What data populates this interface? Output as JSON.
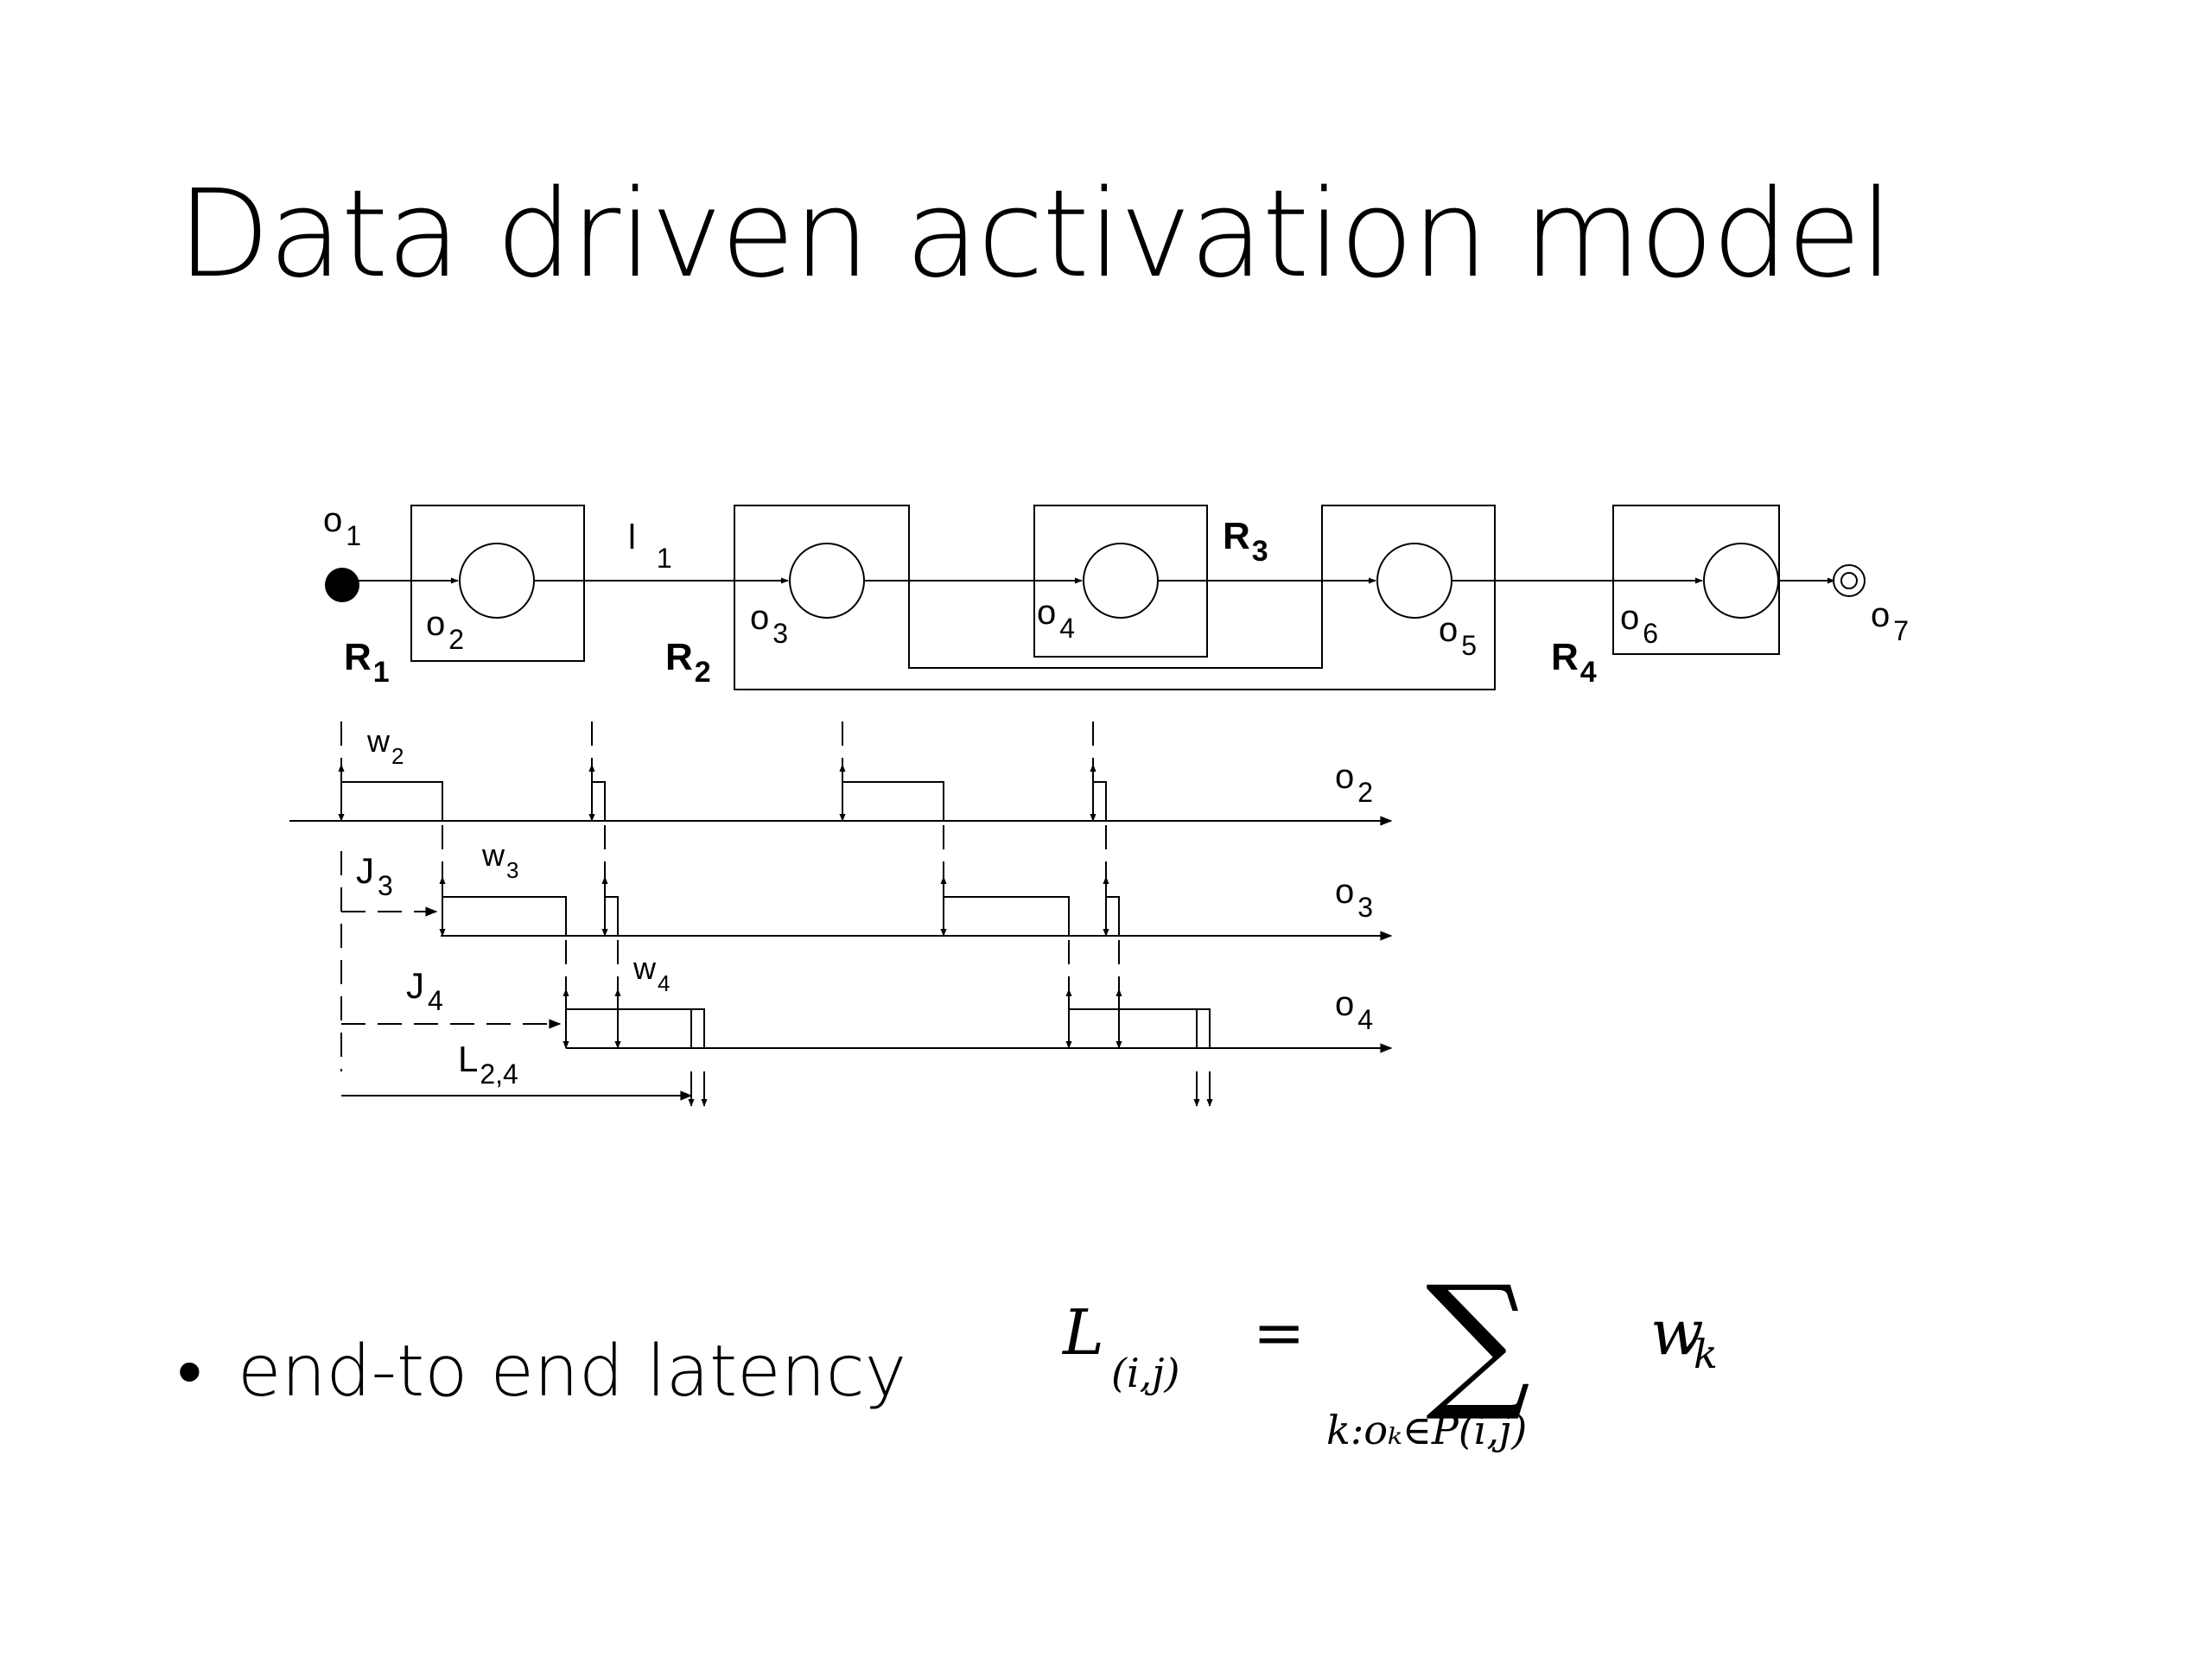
{
  "title": "Data driven activation model",
  "diagram": {
    "objects": {
      "o1": "o",
      "o1_sub": "1",
      "o2": "o",
      "o2_sub": "2",
      "o3": "o",
      "o3_sub": "3",
      "o4": "o",
      "o4_sub": "4",
      "o5": "o",
      "o5_sub": "5",
      "o6": "o",
      "o6_sub": "6",
      "o7": "o",
      "o7_sub": "7"
    },
    "resources": {
      "r1": "R",
      "r1_sub": "1",
      "r2": "R",
      "r2_sub": "2",
      "r3": "R",
      "r3_sub": "3",
      "r4": "R",
      "r4_sub": "4"
    },
    "link": {
      "label": "l",
      "sub": "1"
    },
    "timeline": {
      "w2": "w",
      "w2_sub": "2",
      "w3": "w",
      "w3_sub": "3",
      "w4": "w",
      "w4_sub": "4",
      "j3": "J",
      "j3_sub": "3",
      "j4": "J",
      "j4_sub": "4",
      "l24": "L",
      "l24_sub": "2,4",
      "row_o2": "o",
      "row_o2_sub": "2",
      "row_o3": "o",
      "row_o3_sub": "3",
      "row_o4": "o",
      "row_o4_sub": "4"
    }
  },
  "bullet": {
    "symbol": "•",
    "text": "end-to end latency"
  },
  "formula": {
    "lhs": "L",
    "lhs_sub": "(i,j)",
    "equals": "=",
    "sum": "∑",
    "sum_sub": "k:oₖ∈P(i,j)",
    "term": "w",
    "term_sub": "k"
  }
}
